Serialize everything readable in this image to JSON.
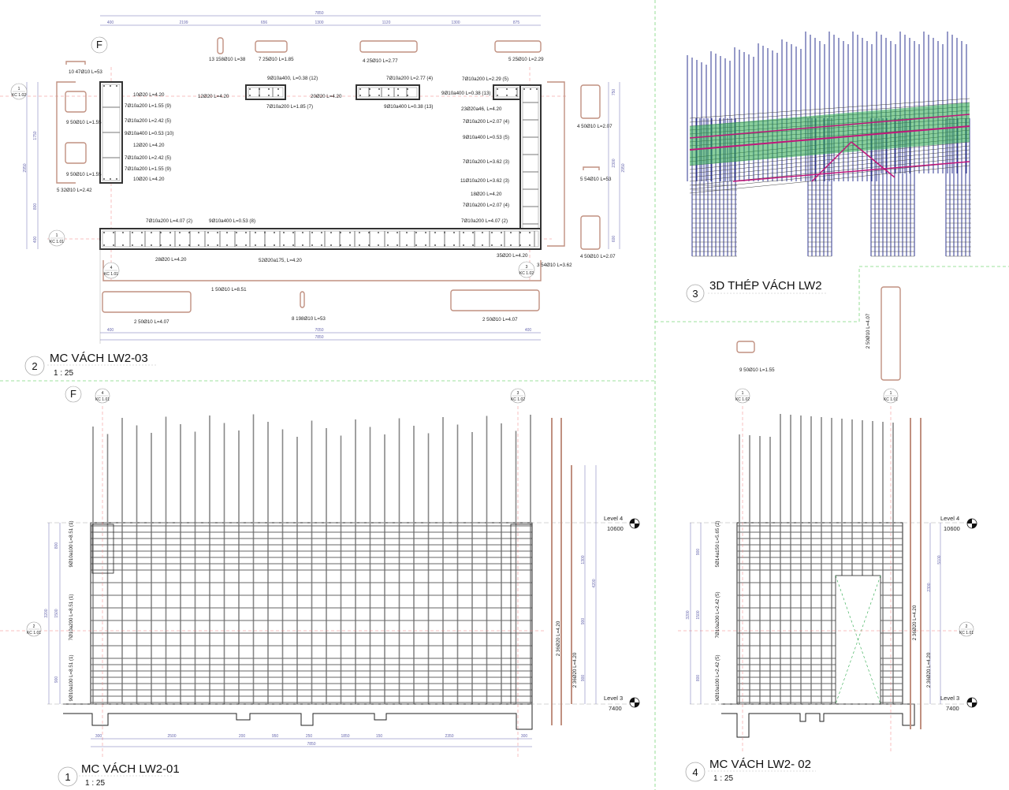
{
  "views": {
    "v2": {
      "number": "2",
      "title": "MC VÁCH LW2-03",
      "scale": "1 : 25"
    },
    "v3": {
      "number": "3",
      "title": "3D THÉP VÁCH LW2"
    },
    "v1": {
      "number": "1",
      "title": "MC VÁCH LW2-01",
      "scale": "1 : 25"
    },
    "v4": {
      "number": "4",
      "title": "MC VÁCH LW2- 02",
      "scale": "1 : 25"
    }
  },
  "grid_bubbles": {
    "F_top": "F",
    "F_bottom": "F",
    "kc": [
      {
        "n": "1",
        "ref": "KC 1.02"
      },
      {
        "n": "1",
        "ref": "KC 1.01"
      },
      {
        "n": "4",
        "ref": "KC 1.01"
      },
      {
        "n": "3",
        "ref": "KC 1.02"
      },
      {
        "n": "4",
        "ref": "KC 1.01"
      },
      {
        "n": "3",
        "ref": "KC 1.02"
      },
      {
        "n": "2",
        "ref": "KC 1.01"
      },
      {
        "n": "1",
        "ref": "KC 1.02"
      },
      {
        "n": "1",
        "ref": "KC 1.01"
      },
      {
        "n": "2",
        "ref": "KC 1.01"
      }
    ]
  },
  "levels": {
    "level4": "Level 4",
    "level4_elev": "10600",
    "level3": "Level 3",
    "level3_elev": "7400"
  },
  "plan_labels": [
    "13 158Ø10 L=38",
    "7 25Ø10 L=1.85",
    "4 25Ø10 L=2.77",
    "5 25Ø10 L=2.29",
    "10 47Ø10 L=53",
    "9 50Ø10 L=1.55",
    "9 50Ø10 L=1.55",
    "5 32Ø10 L=2.42",
    "10Ø20 L=4.20",
    "7Ø10a200 L=1.55 (9)",
    "7Ø10a200 L=2.42 (5)",
    "9Ø10a400 L=0.53 (10)",
    "12Ø20 L=4.20",
    "7Ø10a200 L=2.42 (5)",
    "7Ø10a200 L=1.55 (9)",
    "10Ø20 L=4.20",
    "9Ø10a400, L=0.38 (12)",
    "12Ø20 L=4.20",
    "7Ø10a200 L=1.85 (7)",
    "20Ø20 L=4.20",
    "7Ø10a200 L=2.77 (4)",
    "9Ø10a400 L=0.38 (13)",
    "7Ø10a200 L=2.29 (5)",
    "9Ø10a400 L=0.38 (13)",
    "23Ø20a46, L=4.20",
    "7Ø10a200 L=2.07 (4)",
    "9Ø10a400 L=0.53 (5)",
    "7Ø10a200 L=3.62 (3)",
    "11Ø10a200 L=3.62 (3)",
    "18Ø20 L=4.20",
    "7Ø10a200 L=2.07 (4)",
    "7Ø10a200 L=4.07 (2)",
    "4 50Ø10 L=2.07",
    "5 54Ø10 L=53",
    "4 50Ø10 L=2.07",
    "7Ø10a200 L=4.07 (2)",
    "9Ø10a400 L=0.53 (8)",
    "28Ø20 L=4.20",
    "52Ø20a175, L=4.20",
    "35Ø20 L=4.20",
    "3 54Ø10 L=3.62",
    "1 50Ø10 L=8.51",
    "8 198Ø10 L=53",
    "2 50Ø10 L=4.07",
    "2 50Ø10 L=4.07",
    "9 50Ø10 L=1.55"
  ],
  "plan_dims": [
    "7850",
    "400",
    "2199",
    "656",
    "1300",
    "1120",
    "1300",
    "875",
    "1750",
    "2950",
    "800",
    "400",
    "750",
    "2300",
    "2950",
    "600",
    "400",
    "7050",
    "400",
    "7850"
  ],
  "elev1_labels": [
    "9Ø10a100 L=8.51 (1)",
    "7Ø10a200 L=8.51 (1)",
    "9Ø10a100 L=8.51 (1)",
    "2 36Ø20 L=4.20",
    "2 36Ø20 L=4.20"
  ],
  "elev1_dims": [
    "300",
    "2500",
    "200",
    "950",
    "250",
    "1850",
    "150",
    "2350",
    "300",
    "7850",
    "800",
    "1500",
    "900",
    "3200",
    "1300",
    "900",
    "900",
    "4200"
  ],
  "elev4_labels": [
    "5Ø14a150 L=5.65 (2)",
    "7Ø10a200 L=2.42 (5)",
    "9Ø10a100 L=2.42 (5)",
    "2 36Ø20 L=4.20",
    "2 36Ø20 L=4.20",
    "2 50Ø10 L=4.07"
  ],
  "elev4_dims": [
    "900",
    "1500",
    "800",
    "3200",
    "5100",
    "2300"
  ],
  "colors": {
    "rebar": "#555555",
    "shape": "#c09080",
    "dim": "#6a6ab0",
    "grid": "#f08080",
    "divider": "#7cd67c",
    "rebar3d": "#2e3590",
    "band": "#2aa84a",
    "magenta": "#c0177a"
  }
}
